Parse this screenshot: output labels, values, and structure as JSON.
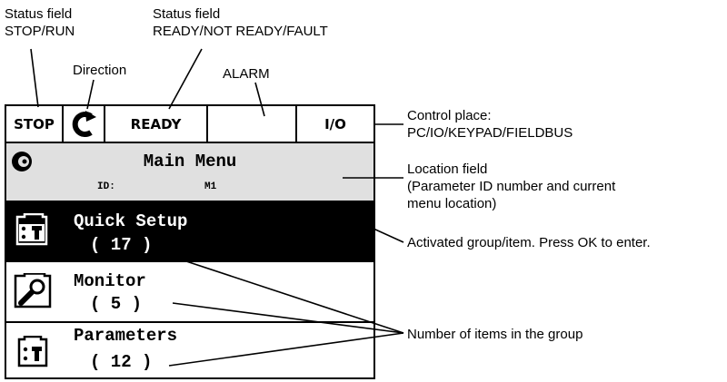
{
  "annotations": {
    "status_stop_run_line1": "Status field",
    "status_stop_run_line2": "STOP/RUN",
    "status_ready_line1": "Status field",
    "status_ready_line2": "READY/NOT READY/FAULT",
    "direction": "Direction",
    "alarm": "ALARM",
    "control_place_line1": "Control place:",
    "control_place_line2": "PC/IO/KEYPAD/FIELDBUS",
    "location_line1": "Location field",
    "location_line2": "(Parameter ID number and current",
    "location_line3": "menu location)",
    "activated": "Activated group/item. Press OK to enter.",
    "number_items": "Number of items in the group"
  },
  "keypad": {
    "status": {
      "run_state": "STOP",
      "ready_state": "READY",
      "alarm": "",
      "control_place": "I/O"
    },
    "location": {
      "title": "Main Menu",
      "id_label": "ID:",
      "menu_location": "M1"
    },
    "menu_items": [
      {
        "label": "Quick Setup",
        "count": "( 17 )",
        "icon": "parameters-icon",
        "active": true
      },
      {
        "label": "Monitor",
        "count": "( 5 )",
        "icon": "magnifier-icon",
        "active": false
      },
      {
        "label": "Parameters",
        "count": "( 12 )",
        "icon": "parameters-icon",
        "active": false
      }
    ]
  }
}
